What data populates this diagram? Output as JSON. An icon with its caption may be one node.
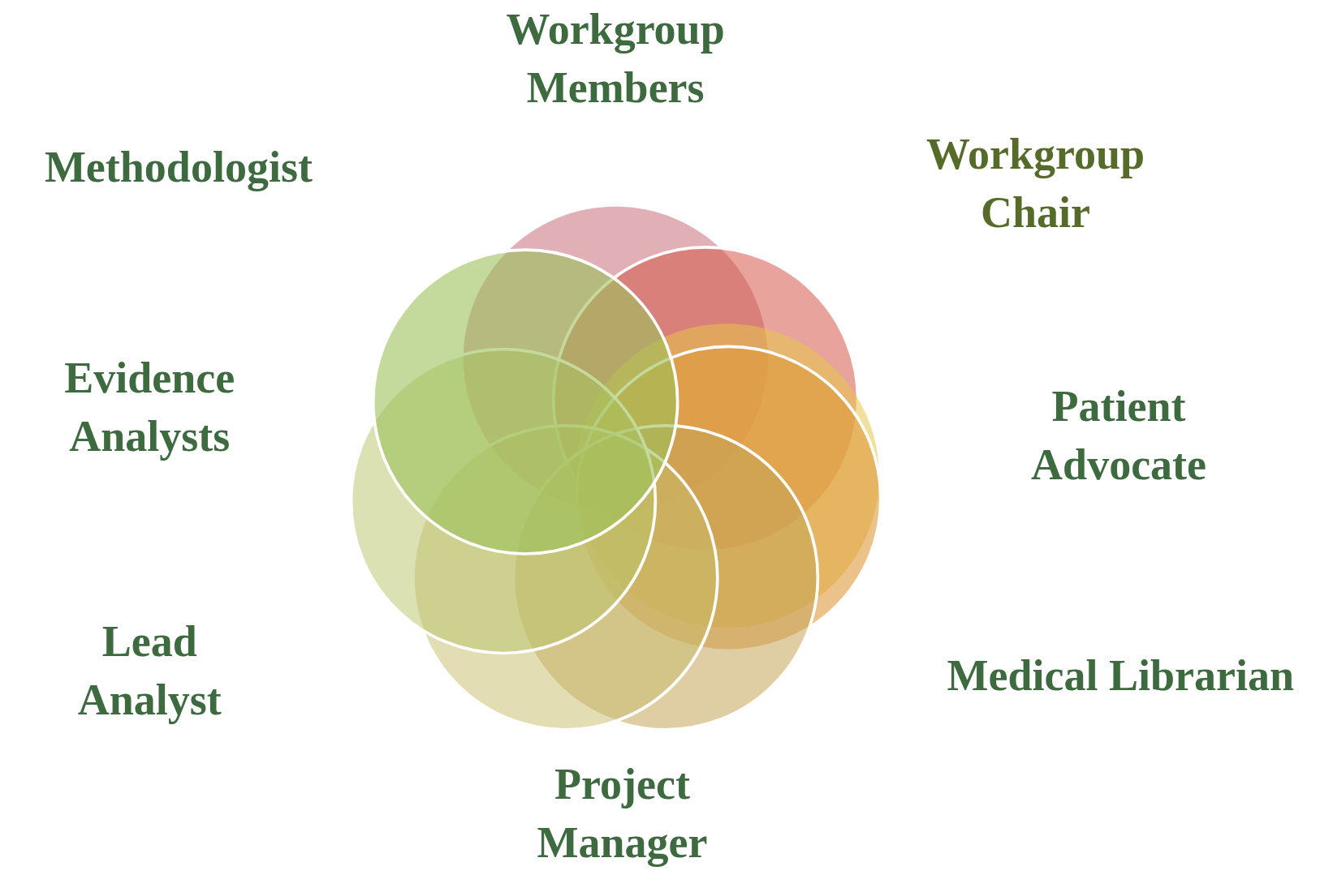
{
  "diagram": {
    "labels": [
      "Workgroup Members",
      "Methodologist",
      "Workgroup Chair",
      "Evidence Analysts",
      "Patient Advocate",
      "Lead Analyst",
      "Medical Librarian",
      "Project Manager"
    ]
  }
}
